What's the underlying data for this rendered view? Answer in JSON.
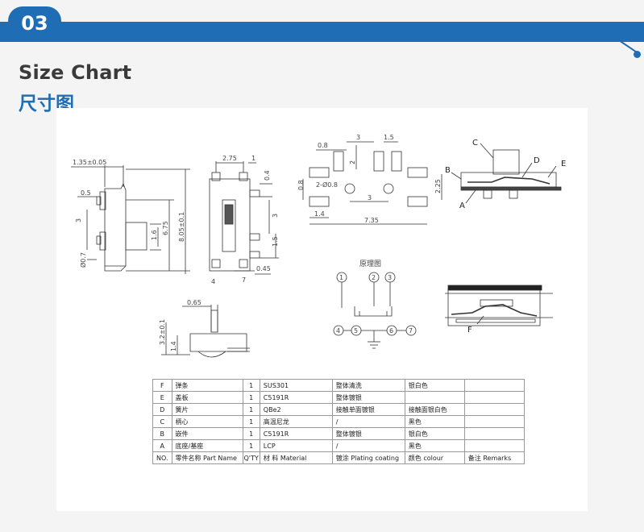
{
  "header": {
    "section_number": "03",
    "title_en": "Size Chart",
    "title_cn": "尺寸图"
  },
  "drawing": {
    "side_view": {
      "dims": [
        "1.35±0.05",
        "0.5",
        "3",
        "1.6",
        "6.75",
        "8.05±0.1",
        "Ø0.7"
      ]
    },
    "front_view": {
      "dims": [
        "2.75",
        "1",
        "0.4",
        "3",
        "1.5",
        "0.45"
      ]
    },
    "bottom_view": {
      "dims": [
        "0.65",
        "3.2±0.1",
        "1.4"
      ]
    },
    "pcb_layout": {
      "dims": [
        "0.8",
        "3",
        "1.5",
        "2",
        "2-Ø0.8",
        "3",
        "0.8",
        "2.25",
        "1.4",
        "7.35"
      ]
    },
    "section_view": {
      "labels": [
        "C",
        "D",
        "E",
        "B",
        "A"
      ]
    },
    "section_view_2": {
      "labels": [
        "F"
      ]
    },
    "schematic": {
      "title": "原理图",
      "pins": [
        "1",
        "2",
        "3",
        "4",
        "5",
        "6",
        "7"
      ]
    },
    "front_pin_labels": [
      "4",
      "7"
    ]
  },
  "parts_table": {
    "rows": [
      {
        "no": "F",
        "name": "弹条",
        "qty": "1",
        "material": "SUS301",
        "plating": "整体清洗",
        "colour": "银白色",
        "remarks": ""
      },
      {
        "no": "E",
        "name": "盖板",
        "qty": "1",
        "material": "C5191R",
        "plating": "整体镀银",
        "colour": "",
        "remarks": ""
      },
      {
        "no": "D",
        "name": "簧片",
        "qty": "1",
        "material": "QBe2",
        "plating": "接触单面镀银",
        "colour": "接触面银白色",
        "remarks": ""
      },
      {
        "no": "C",
        "name": "柄心",
        "qty": "1",
        "material": "高温尼龙",
        "plating": "/",
        "colour": "黑色",
        "remarks": ""
      },
      {
        "no": "B",
        "name": "嵌件",
        "qty": "1",
        "material": "C5191R",
        "plating": "整体镀银",
        "colour": "银白色",
        "remarks": ""
      },
      {
        "no": "A",
        "name": "底座/基座",
        "qty": "1",
        "material": "LCP",
        "plating": "/",
        "colour": "黑色",
        "remarks": ""
      }
    ],
    "header": {
      "no": "NO.",
      "name": "零件名称 Part Name",
      "qty": "Q'TY",
      "material": "材 料 Material",
      "plating": "镀涂 Plating coating",
      "colour": "颜色 colour",
      "remarks": "备注 Remarks"
    }
  }
}
